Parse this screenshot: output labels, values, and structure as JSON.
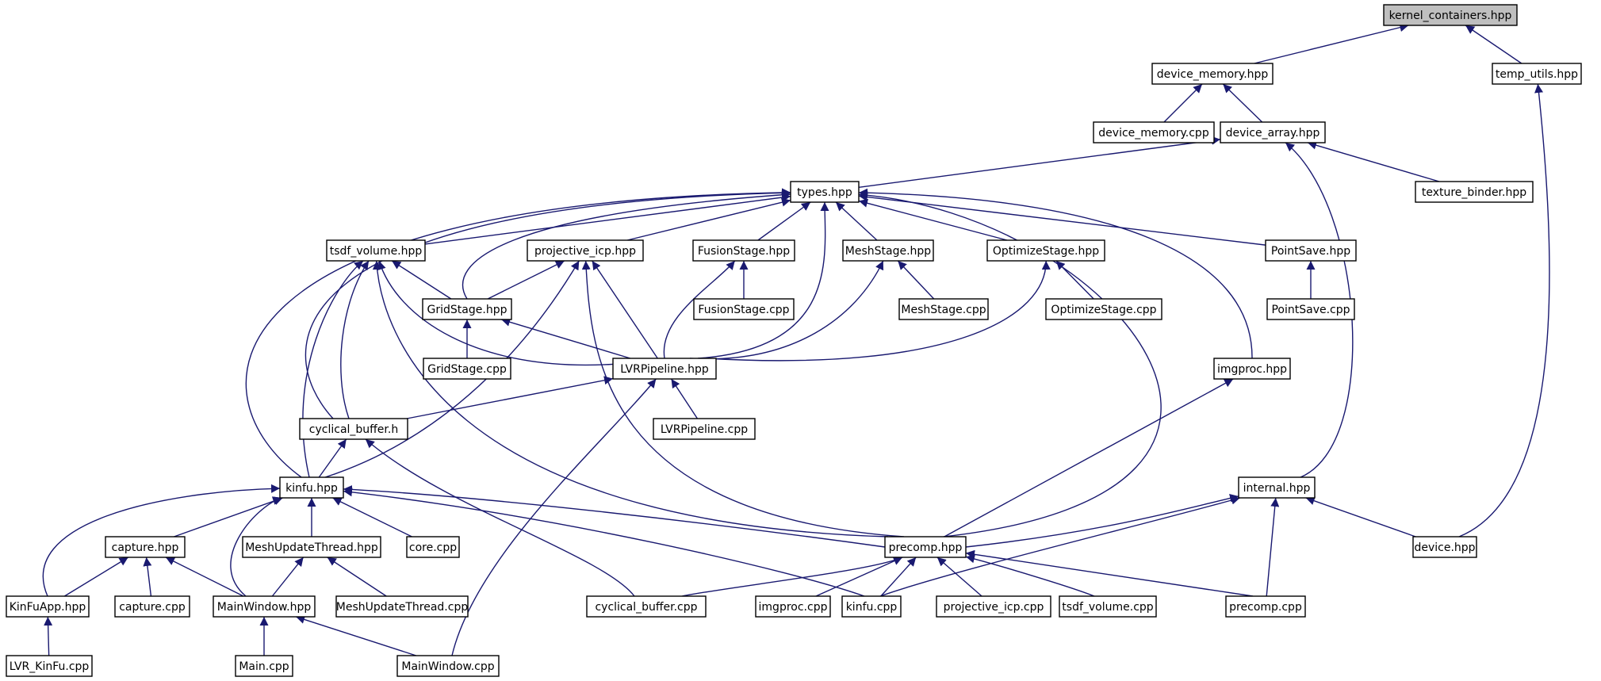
{
  "colors": {
    "edge": "#191970",
    "node_border": "#000000",
    "root_fill": "#bfbfbf",
    "node_fill": "#ffffff"
  },
  "root": "kernel_containers_hpp",
  "nodes": [
    {
      "id": "kernel_containers_hpp",
      "label": "kernel_containers.hpp"
    },
    {
      "id": "device_memory_hpp",
      "label": "device_memory.hpp"
    },
    {
      "id": "temp_utils_hpp",
      "label": "temp_utils.hpp"
    },
    {
      "id": "device_memory_cpp",
      "label": "device_memory.cpp"
    },
    {
      "id": "device_array_hpp",
      "label": "device_array.hpp"
    },
    {
      "id": "types_hpp",
      "label": "types.hpp"
    },
    {
      "id": "texture_binder_hpp",
      "label": "texture_binder.hpp"
    },
    {
      "id": "tsdf_volume_hpp",
      "label": "tsdf_volume.hpp"
    },
    {
      "id": "projective_icp_hpp",
      "label": "projective_icp.hpp"
    },
    {
      "id": "FusionStage_hpp",
      "label": "FusionStage.hpp"
    },
    {
      "id": "MeshStage_hpp",
      "label": "MeshStage.hpp"
    },
    {
      "id": "OptimizeStage_hpp",
      "label": "OptimizeStage.hpp"
    },
    {
      "id": "PointSave_hpp",
      "label": "PointSave.hpp"
    },
    {
      "id": "GridStage_hpp",
      "label": "GridStage.hpp"
    },
    {
      "id": "FusionStage_cpp",
      "label": "FusionStage.cpp"
    },
    {
      "id": "MeshStage_cpp",
      "label": "MeshStage.cpp"
    },
    {
      "id": "OptimizeStage_cpp",
      "label": "OptimizeStage.cpp"
    },
    {
      "id": "PointSave_cpp",
      "label": "PointSave.cpp"
    },
    {
      "id": "GridStage_cpp",
      "label": "GridStage.cpp"
    },
    {
      "id": "LVRPipeline_hpp",
      "label": "LVRPipeline.hpp"
    },
    {
      "id": "imgproc_hpp",
      "label": "imgproc.hpp"
    },
    {
      "id": "cyclical_buffer_h",
      "label": "cyclical_buffer.h"
    },
    {
      "id": "LVRPipeline_cpp",
      "label": "LVRPipeline.cpp"
    },
    {
      "id": "kinfu_hpp",
      "label": "kinfu.hpp"
    },
    {
      "id": "internal_hpp",
      "label": "internal.hpp"
    },
    {
      "id": "capture_hpp",
      "label": "capture.hpp"
    },
    {
      "id": "MeshUpdateThread_hpp",
      "label": "MeshUpdateThread.hpp"
    },
    {
      "id": "core_cpp",
      "label": "core.cpp"
    },
    {
      "id": "precomp_hpp",
      "label": "precomp.hpp"
    },
    {
      "id": "device_hpp",
      "label": "device.hpp"
    },
    {
      "id": "KinFuApp_hpp",
      "label": "KinFuApp.hpp"
    },
    {
      "id": "capture_cpp",
      "label": "capture.cpp"
    },
    {
      "id": "MainWindow_hpp",
      "label": "MainWindow.hpp"
    },
    {
      "id": "MeshUpdateThread_cpp",
      "label": "MeshUpdateThread.cpp"
    },
    {
      "id": "cyclical_buffer_cpp",
      "label": "cyclical_buffer.cpp"
    },
    {
      "id": "imgproc_cpp",
      "label": "imgproc.cpp"
    },
    {
      "id": "kinfu_cpp",
      "label": "kinfu.cpp"
    },
    {
      "id": "projective_icp_cpp",
      "label": "projective_icp.cpp"
    },
    {
      "id": "tsdf_volume_cpp",
      "label": "tsdf_volume.cpp"
    },
    {
      "id": "precomp_cpp",
      "label": "precomp.cpp"
    },
    {
      "id": "LVR_KinFu_cpp",
      "label": "LVR_KinFu.cpp"
    },
    {
      "id": "Main_cpp",
      "label": "Main.cpp"
    },
    {
      "id": "MainWindow_cpp",
      "label": "MainWindow.cpp"
    }
  ],
  "edges": [
    {
      "from": "kernel_containers_hpp",
      "to": "device_memory_hpp"
    },
    {
      "from": "kernel_containers_hpp",
      "to": "temp_utils_hpp"
    },
    {
      "from": "device_memory_hpp",
      "to": "device_memory_cpp"
    },
    {
      "from": "device_memory_hpp",
      "to": "device_array_hpp"
    },
    {
      "from": "temp_utils_hpp",
      "to": "device_hpp"
    },
    {
      "from": "device_array_hpp",
      "to": "types_hpp"
    },
    {
      "from": "device_array_hpp",
      "to": "texture_binder_hpp"
    },
    {
      "from": "device_array_hpp",
      "to": "internal_hpp"
    },
    {
      "from": "types_hpp",
      "to": "tsdf_volume_hpp"
    },
    {
      "from": "types_hpp",
      "to": "projective_icp_hpp"
    },
    {
      "from": "types_hpp",
      "to": "FusionStage_hpp"
    },
    {
      "from": "types_hpp",
      "to": "MeshStage_hpp"
    },
    {
      "from": "types_hpp",
      "to": "OptimizeStage_hpp"
    },
    {
      "from": "types_hpp",
      "to": "PointSave_hpp"
    },
    {
      "from": "types_hpp",
      "to": "GridStage_hpp"
    },
    {
      "from": "types_hpp",
      "to": "LVRPipeline_hpp"
    },
    {
      "from": "types_hpp",
      "to": "imgproc_hpp"
    },
    {
      "from": "types_hpp",
      "to": "cyclical_buffer_h"
    },
    {
      "from": "types_hpp",
      "to": "kinfu_hpp"
    },
    {
      "from": "types_hpp",
      "to": "precomp_hpp"
    },
    {
      "from": "tsdf_volume_hpp",
      "to": "GridStage_hpp"
    },
    {
      "from": "tsdf_volume_hpp",
      "to": "LVRPipeline_hpp"
    },
    {
      "from": "tsdf_volume_hpp",
      "to": "cyclical_buffer_h"
    },
    {
      "from": "tsdf_volume_hpp",
      "to": "kinfu_hpp"
    },
    {
      "from": "tsdf_volume_hpp",
      "to": "precomp_hpp"
    },
    {
      "from": "projective_icp_hpp",
      "to": "GridStage_hpp"
    },
    {
      "from": "projective_icp_hpp",
      "to": "LVRPipeline_hpp"
    },
    {
      "from": "projective_icp_hpp",
      "to": "kinfu_hpp"
    },
    {
      "from": "projective_icp_hpp",
      "to": "precomp_hpp"
    },
    {
      "from": "FusionStage_hpp",
      "to": "FusionStage_cpp"
    },
    {
      "from": "FusionStage_hpp",
      "to": "LVRPipeline_hpp"
    },
    {
      "from": "MeshStage_hpp",
      "to": "MeshStage_cpp"
    },
    {
      "from": "MeshStage_hpp",
      "to": "LVRPipeline_hpp"
    },
    {
      "from": "OptimizeStage_hpp",
      "to": "OptimizeStage_cpp"
    },
    {
      "from": "OptimizeStage_hpp",
      "to": "LVRPipeline_hpp"
    },
    {
      "from": "PointSave_hpp",
      "to": "PointSave_cpp"
    },
    {
      "from": "GridStage_hpp",
      "to": "GridStage_cpp"
    },
    {
      "from": "GridStage_hpp",
      "to": "LVRPipeline_hpp"
    },
    {
      "from": "LVRPipeline_hpp",
      "to": "cyclical_buffer_h"
    },
    {
      "from": "LVRPipeline_hpp",
      "to": "LVRPipeline_cpp"
    },
    {
      "from": "LVRPipeline_hpp",
      "to": "MainWindow_cpp"
    },
    {
      "from": "imgproc_hpp",
      "to": "precomp_hpp"
    },
    {
      "from": "cyclical_buffer_h",
      "to": "kinfu_hpp"
    },
    {
      "from": "cyclical_buffer_h",
      "to": "cyclical_buffer_cpp"
    },
    {
      "from": "kinfu_hpp",
      "to": "KinFuApp_hpp"
    },
    {
      "from": "kinfu_hpp",
      "to": "capture_hpp"
    },
    {
      "from": "kinfu_hpp",
      "to": "MeshUpdateThread_hpp"
    },
    {
      "from": "kinfu_hpp",
      "to": "MainWindow_hpp"
    },
    {
      "from": "kinfu_hpp",
      "to": "core_cpp"
    },
    {
      "from": "kinfu_hpp",
      "to": "precomp_hpp"
    },
    {
      "from": "kinfu_hpp",
      "to": "kinfu_cpp"
    },
    {
      "from": "internal_hpp",
      "to": "precomp_hpp"
    },
    {
      "from": "internal_hpp",
      "to": "kinfu_cpp"
    },
    {
      "from": "internal_hpp",
      "to": "precomp_cpp"
    },
    {
      "from": "internal_hpp",
      "to": "device_hpp"
    },
    {
      "from": "capture_hpp",
      "to": "KinFuApp_hpp"
    },
    {
      "from": "capture_hpp",
      "to": "capture_cpp"
    },
    {
      "from": "capture_hpp",
      "to": "MainWindow_hpp"
    },
    {
      "from": "MeshUpdateThread_hpp",
      "to": "MainWindow_hpp"
    },
    {
      "from": "MeshUpdateThread_hpp",
      "to": "MeshUpdateThread_cpp"
    },
    {
      "from": "precomp_hpp",
      "to": "cyclical_buffer_cpp"
    },
    {
      "from": "precomp_hpp",
      "to": "imgproc_cpp"
    },
    {
      "from": "precomp_hpp",
      "to": "kinfu_cpp"
    },
    {
      "from": "precomp_hpp",
      "to": "projective_icp_cpp"
    },
    {
      "from": "precomp_hpp",
      "to": "tsdf_volume_cpp"
    },
    {
      "from": "precomp_hpp",
      "to": "precomp_cpp"
    },
    {
      "from": "KinFuApp_hpp",
      "to": "LVR_KinFu_cpp"
    },
    {
      "from": "MainWindow_hpp",
      "to": "Main_cpp"
    },
    {
      "from": "MainWindow_hpp",
      "to": "MainWindow_cpp"
    }
  ]
}
